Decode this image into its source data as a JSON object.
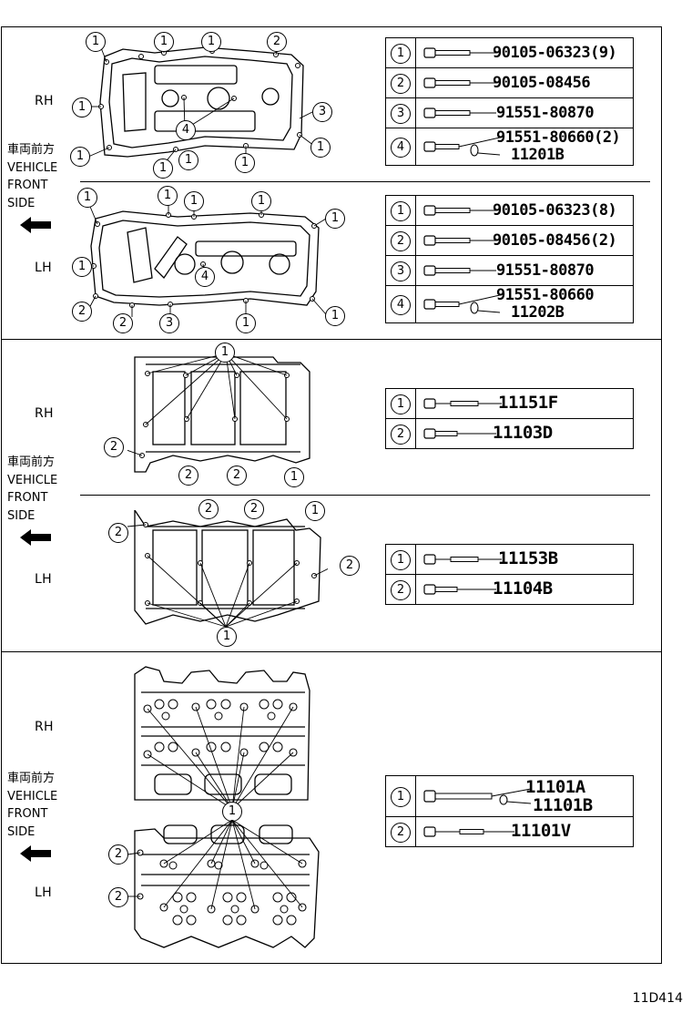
{
  "labels": {
    "rh": "RH",
    "lh": "LH",
    "front_jp": "車両前方",
    "front_en_1": "VEHICLE",
    "front_en_2": "FRONT",
    "front_en_3": "SIDE"
  },
  "callouts": {
    "c1": "1",
    "c2": "2",
    "c3": "3",
    "c4": "4"
  },
  "section_cover_rh": [
    {
      "num": "1",
      "parts": [
        "90105-06323(9)"
      ]
    },
    {
      "num": "2",
      "parts": [
        "90105-08456"
      ]
    },
    {
      "num": "3",
      "parts": [
        "91551-80870"
      ]
    },
    {
      "num": "4",
      "parts": [
        "91551-80660(2)",
        "11201B"
      ]
    }
  ],
  "section_cover_lh": [
    {
      "num": "1",
      "parts": [
        "90105-06323(8)"
      ]
    },
    {
      "num": "2",
      "parts": [
        "90105-08456(2)"
      ]
    },
    {
      "num": "3",
      "parts": [
        "91551-80870"
      ]
    },
    {
      "num": "4",
      "parts": [
        "91551-80660",
        "11202B"
      ]
    }
  ],
  "section_cam_rh": [
    {
      "num": "1",
      "parts": [
        "11151F"
      ]
    },
    {
      "num": "2",
      "parts": [
        "11103D"
      ]
    }
  ],
  "section_cam_lh": [
    {
      "num": "1",
      "parts": [
        "11153B"
      ]
    },
    {
      "num": "2",
      "parts": [
        "11104B"
      ]
    }
  ],
  "section_head": [
    {
      "num": "1",
      "parts": [
        "11101A",
        "11101B"
      ]
    },
    {
      "num": "2",
      "parts": [
        "11101V"
      ]
    }
  ],
  "footer": {
    "code": "11D414"
  }
}
